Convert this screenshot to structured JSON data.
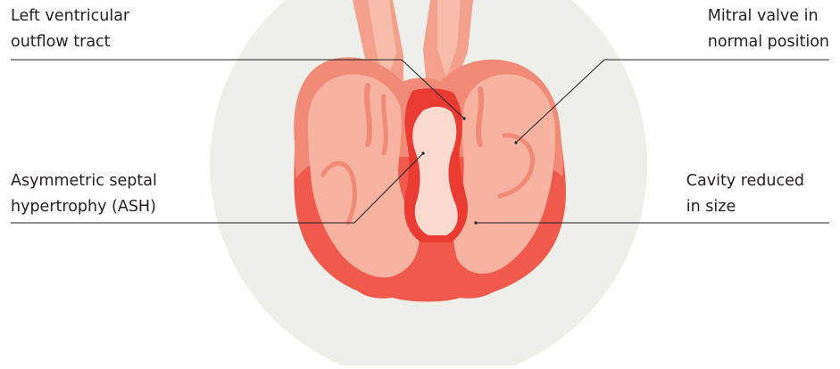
{
  "labels": {
    "lvot": {
      "line1": "Left ventricular",
      "line2": "outflow tract"
    },
    "ash": {
      "line1": "Asymmetric septal",
      "line2": "hypertrophy (ASH)"
    },
    "mitral": {
      "line1": "Mitral valve in",
      "line2": "normal position"
    },
    "cavity": {
      "line1": "Cavity reduced",
      "line2": "in size"
    }
  },
  "colors": {
    "background_circle": "#efefea",
    "myocardium": "#ef5a4d",
    "outer_muscle": "#f08b78",
    "surface": "#f7b2a0",
    "vessel": "#f3a08c",
    "cavity": "#fbdad0",
    "septum": "#ea3b33",
    "leader_line": "#231f20",
    "text": "#231f20"
  }
}
